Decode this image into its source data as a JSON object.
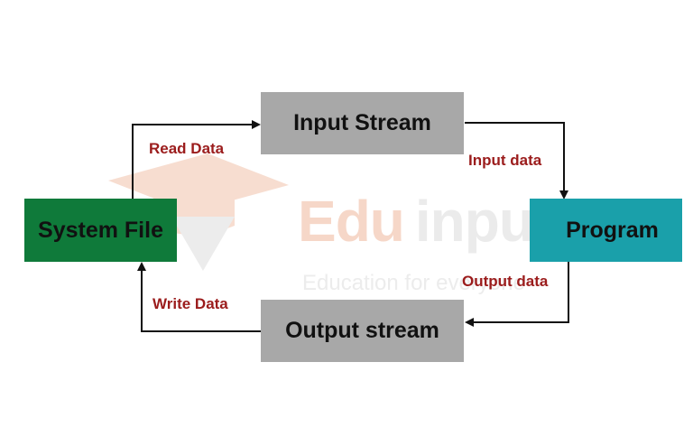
{
  "colors": {
    "system_file_fill": "#0f7a3a",
    "stream_fill": "#a8a8a8",
    "program_fill": "#1aa0aa",
    "label_red": "#9b1c1c",
    "arrow": "#111111",
    "watermark_orange": "#f6d7c8",
    "watermark_gray": "#e6e6e6"
  },
  "nodes": {
    "system_file": "System File",
    "input_stream": "Input Stream",
    "program": "Program",
    "output_stream": "Output stream"
  },
  "edges": {
    "read_data": "Read Data",
    "input_data": "Input data",
    "output_data": "Output data",
    "write_data": "Write Data"
  },
  "watermark": {
    "brand_part1": "Edu",
    "brand_part2": "input",
    "tagline": "Education for everyone",
    "icon": "graduation-cap-icon"
  }
}
